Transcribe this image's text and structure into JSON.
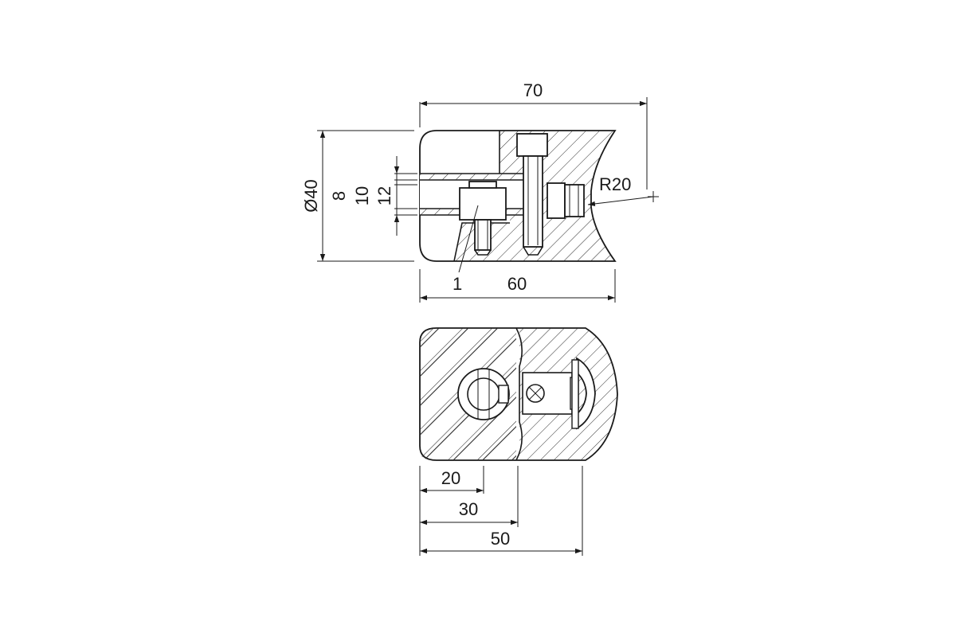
{
  "drawing": {
    "top_view": {
      "overall_width": "70",
      "diameter": "Ø40",
      "slot_8": "8",
      "slot_10": "10",
      "slot_12": "12",
      "radius": "R20",
      "length_60": "60",
      "item_callout": "1"
    },
    "front_view": {
      "dim_20": "20",
      "dim_30": "30",
      "dim_50": "50"
    },
    "colors": {
      "line": "#1a1a1a",
      "background": "#ffffff"
    }
  }
}
